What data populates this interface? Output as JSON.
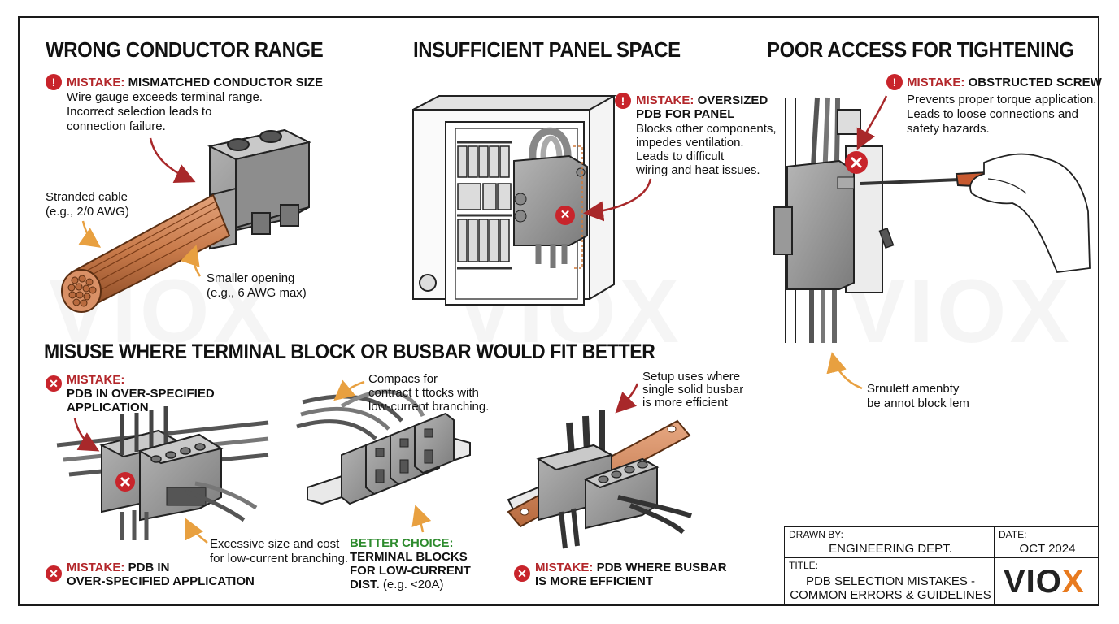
{
  "watermark": "VIOX",
  "sections": {
    "conductor": {
      "heading": "WRONG CONDUCTOR RANGE",
      "mistake_label": "MISTAKE:",
      "mistake_title": "MISMATCHED CONDUCTOR SIZE",
      "desc": [
        "Wire gauge exceeds terminal range.",
        "Incorrect selection leads to",
        "connection failure."
      ],
      "cable_label": [
        "Stranded cable",
        "(e.g., 2/0 AWG)"
      ],
      "opening_label": [
        "Smaller opening",
        "(e.g., 6 AWG max)"
      ]
    },
    "panel": {
      "heading": "INSUFFICIENT PANEL SPACE",
      "mistake_label": "MISTAKE:",
      "mistake_title": "OVERSIZED",
      "mistake_title2": "PDB FOR PANEL",
      "desc": [
        "Blocks other components,",
        "impedes ventilation.",
        "Leads to difficult",
        "wiring and heat issues."
      ]
    },
    "access": {
      "heading": "POOR ACCESS FOR TIGHTENING",
      "mistake_label": "MISTAKE:",
      "mistake_title": "OBSTRUCTED SCREW",
      "desc": [
        "Prevents proper torque application.",
        "Leads to loose connections and",
        "safety hazards."
      ],
      "note": [
        "Srnulett amenbty",
        "be annot block lem"
      ]
    },
    "misuse": {
      "heading": "MISUSE WHERE TERMINAL BLOCK OR BUSBAR WOULD FIT BETTER",
      "top_mistake_label": "MISTAKE:",
      "top_mistake_lines": [
        "PDB IN OVER-SPECIFIED",
        "APPLICATION"
      ],
      "excess_note": [
        "Excessive size and cost",
        "for low-current branching."
      ],
      "bottom_mistake_label": "MISTAKE:",
      "bottom_mistake_title": "PDB IN",
      "bottom_mistake_line2": "OVER-SPECIFIED APPLICATION",
      "compact_note": [
        "Compacs for",
        "contract t ttocks with",
        "low-current branching."
      ],
      "better_label": "BETTER CHOICE:",
      "better_lines": [
        "TERMINAL BLOCKS",
        "FOR LOW-CURRENT"
      ],
      "better_line3_bold": "DIST.",
      "better_line3_rest": " (e.g. <20A)",
      "busbar_note": [
        "Setup uses where",
        "single solid busbar",
        "is more efficient"
      ],
      "busbar_mistake_label": "MISTAKE:",
      "busbar_mistake_title": "PDB WHERE BUSBAR",
      "busbar_mistake_line2": "IS MORE EFFICIENT"
    }
  },
  "title_block": {
    "drawn_by_label": "DRAWN BY:",
    "drawn_by_value": "ENGINEERING DEPT.",
    "date_label": "DATE:",
    "date_value": "OCT 2024",
    "title_label": "TITLE:",
    "title_value": [
      "PDB SELECTION MISTAKES -",
      "COMMON ERRORS & GUIDELINES"
    ],
    "logo_main": "VIO",
    "logo_x": "X"
  },
  "colors": {
    "mistake_red": "#b3262a",
    "better_green": "#2e8b2e",
    "copper": "#c87a4a",
    "arrow_orange": "#e8a040",
    "arrow_red": "#a8282a",
    "logo_orange": "#e87a1e"
  }
}
